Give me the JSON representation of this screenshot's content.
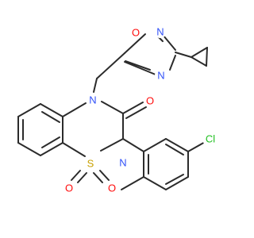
{
  "molecule": {
    "atoms": [
      {
        "id": "O_oxd",
        "label": "O",
        "color": "#ff0d0d"
      },
      {
        "id": "N_oxd2",
        "label": "N",
        "color": "#3050f8"
      },
      {
        "id": "N_oxd4",
        "label": "N",
        "color": "#3050f8"
      },
      {
        "id": "N4",
        "label": "N",
        "color": "#3050f8"
      },
      {
        "id": "O_co",
        "label": "O",
        "color": "#ff0d0d"
      },
      {
        "id": "N2",
        "label": "N",
        "color": "#3050f8"
      },
      {
        "id": "S",
        "label": "S",
        "color": "#c8a000"
      },
      {
        "id": "O_s1",
        "label": "O",
        "color": "#ff0d0d"
      },
      {
        "id": "O_s2",
        "label": "O",
        "color": "#ff0d0d"
      },
      {
        "id": "Cl",
        "label": "Cl",
        "color": "#1fbf1f"
      }
    ]
  }
}
